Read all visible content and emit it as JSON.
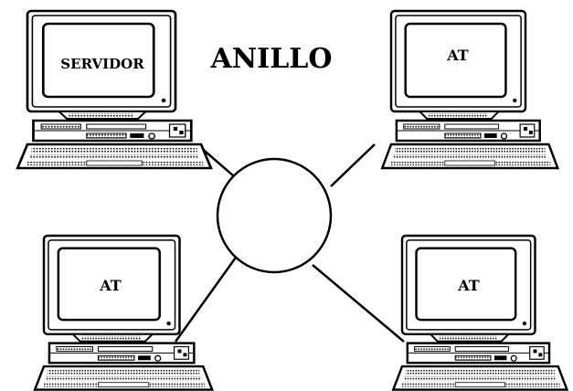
{
  "title": "ANILLO",
  "topology": "ring",
  "nodes": [
    {
      "role": "server",
      "label": "SERVIDOR"
    },
    {
      "role": "workstation",
      "label": "AT"
    },
    {
      "role": "workstation",
      "label": "AT"
    },
    {
      "role": "workstation",
      "label": "AT"
    }
  ],
  "icons": {
    "computer": "desktop-computer-icon",
    "hub": "ring-circle"
  },
  "colors": {
    "ink": "#000000",
    "background": "#ffffff"
  }
}
